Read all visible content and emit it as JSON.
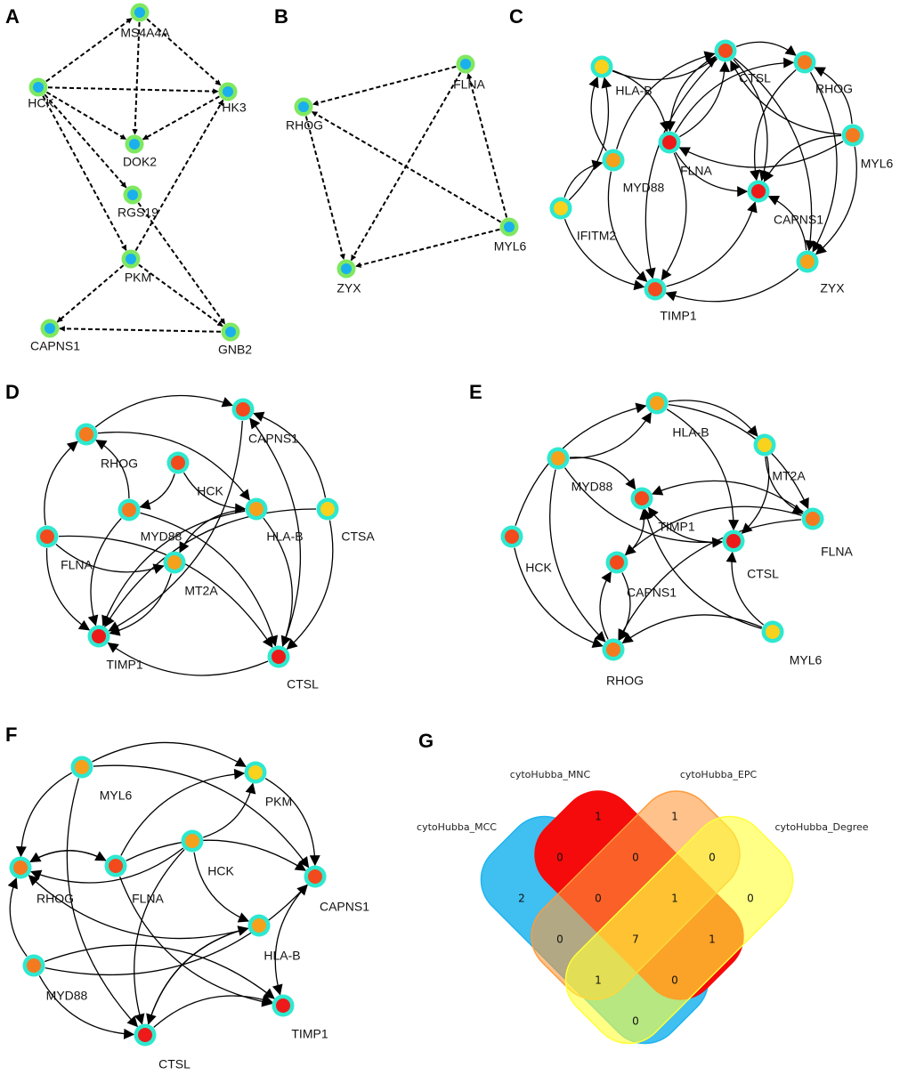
{
  "colors": {
    "node_ring_A_B": "#7ee860",
    "node_core_A_B": "#1ab0ee",
    "node_ring_hub": "#2ee8cf",
    "red": "#ee1a1a",
    "orange_red": "#f24a1c",
    "orange": "#f47a1f",
    "amber": "#f5a11c",
    "yellow": "#f8d21c"
  },
  "panels": [
    {
      "letter": "A",
      "edge_style": "dashed",
      "nodes": [
        {
          "id": "MS4A4A",
          "label": "MS4A4A",
          "color": "core"
        },
        {
          "id": "HCK",
          "label": "HCK",
          "color": "core"
        },
        {
          "id": "HK3",
          "label": "HK3",
          "color": "core"
        },
        {
          "id": "DOK2",
          "label": "DOK2",
          "color": "core"
        },
        {
          "id": "RGS19",
          "label": "RGS19",
          "color": "core"
        },
        {
          "id": "PKM",
          "label": "PKM",
          "color": "core"
        },
        {
          "id": "CAPNS1",
          "label": "CAPNS1",
          "color": "core"
        },
        {
          "id": "GNB2",
          "label": "GNB2",
          "color": "core"
        }
      ],
      "edges": [
        [
          "HCK",
          "MS4A4A"
        ],
        [
          "MS4A4A",
          "HK3"
        ],
        [
          "MS4A4A",
          "DOK2"
        ],
        [
          "HCK",
          "HK3"
        ],
        [
          "HCK",
          "DOK2"
        ],
        [
          "HK3",
          "DOK2"
        ],
        [
          "HCK",
          "RGS19"
        ],
        [
          "HCK",
          "PKM"
        ],
        [
          "PKM",
          "HK3"
        ],
        [
          "RGS19",
          "GNB2"
        ],
        [
          "PKM",
          "GNB2"
        ],
        [
          "PKM",
          "CAPNS1"
        ],
        [
          "GNB2",
          "CAPNS1"
        ]
      ]
    },
    {
      "letter": "B",
      "edge_style": "dashed",
      "nodes": [
        {
          "id": "FLNA",
          "label": "FLNA",
          "color": "core"
        },
        {
          "id": "RHOG",
          "label": "RHOG",
          "color": "core"
        },
        {
          "id": "MYL6",
          "label": "MYL6",
          "color": "core"
        },
        {
          "id": "ZYX",
          "label": "ZYX",
          "color": "core"
        }
      ],
      "edges": [
        [
          "FLNA",
          "RHOG"
        ],
        [
          "RHOG",
          "ZYX"
        ],
        [
          "FLNA",
          "ZYX"
        ],
        [
          "MYL6",
          "FLNA"
        ],
        [
          "MYL6",
          "RHOG"
        ],
        [
          "MYL6",
          "ZYX"
        ]
      ]
    },
    {
      "letter": "C",
      "edge_style": "curved",
      "nodes": [
        {
          "id": "CTSL",
          "label": "CTSL",
          "color": "orange_red"
        },
        {
          "id": "RHOG",
          "label": "RHOG",
          "color": "orange"
        },
        {
          "id": "HLA-B",
          "label": "HLA-B",
          "color": "yellow"
        },
        {
          "id": "FLNA",
          "label": "FLNA",
          "color": "red"
        },
        {
          "id": "MYD88",
          "label": "MYD88",
          "color": "amber"
        },
        {
          "id": "MYL6",
          "label": "MYL6",
          "color": "orange"
        },
        {
          "id": "CAPNS1",
          "label": "CAPNS1",
          "color": "red"
        },
        {
          "id": "IFITM2",
          "label": "IFITM2",
          "color": "yellow"
        },
        {
          "id": "ZYX",
          "label": "ZYX",
          "color": "amber"
        },
        {
          "id": "TIMP1",
          "label": "TIMP1",
          "color": "orange_red"
        }
      ],
      "edges": [
        [
          "CTSL",
          "RHOG"
        ],
        [
          "HLA-B",
          "CTSL"
        ],
        [
          "MYD88",
          "HLA-B"
        ],
        [
          "IFITM2",
          "HLA-B"
        ],
        [
          "IFITM2",
          "MYD88"
        ],
        [
          "IFITM2",
          "TIMP1"
        ],
        [
          "MYD88",
          "CTSL"
        ],
        [
          "MYD88",
          "TIMP1"
        ],
        [
          "HLA-B",
          "FLNA"
        ],
        [
          "FLNA",
          "CTSL"
        ],
        [
          "FLNA",
          "RHOG"
        ],
        [
          "FLNA",
          "CAPNS1"
        ],
        [
          "FLNA",
          "TIMP1"
        ],
        [
          "CTSL",
          "FLNA"
        ],
        [
          "CTSL",
          "CAPNS1"
        ],
        [
          "CTSL",
          "TIMP1"
        ],
        [
          "MYL6",
          "CTSL"
        ],
        [
          "MYL6",
          "RHOG"
        ],
        [
          "MYL6",
          "FLNA"
        ],
        [
          "MYL6",
          "CAPNS1"
        ],
        [
          "MYL6",
          "ZYX"
        ],
        [
          "RHOG",
          "CAPNS1"
        ],
        [
          "CTSL",
          "ZYX"
        ],
        [
          "ZYX",
          "CAPNS1"
        ],
        [
          "ZYX",
          "TIMP1"
        ],
        [
          "TIMP1",
          "CAPNS1"
        ],
        [
          "RHOG",
          "ZYX"
        ]
      ]
    },
    {
      "letter": "D",
      "edge_style": "curved",
      "nodes": [
        {
          "id": "CAPNS1",
          "label": "CAPNS1",
          "color": "orange_red"
        },
        {
          "id": "RHOG",
          "label": "RHOG",
          "color": "orange"
        },
        {
          "id": "HCK",
          "label": "HCK",
          "color": "orange_red"
        },
        {
          "id": "MYD88",
          "label": "MYD88",
          "color": "orange"
        },
        {
          "id": "HLA-B",
          "label": "HLA-B",
          "color": "amber"
        },
        {
          "id": "CTSA",
          "label": "CTSA",
          "color": "yellow"
        },
        {
          "id": "FLNA",
          "label": "FLNA",
          "color": "orange_red"
        },
        {
          "id": "MT2A",
          "label": "MT2A",
          "color": "amber"
        },
        {
          "id": "TIMP1",
          "label": "TIMP1",
          "color": "red"
        },
        {
          "id": "CTSL",
          "label": "CTSL",
          "color": "red"
        }
      ],
      "edges": [
        [
          "RHOG",
          "CAPNS1"
        ],
        [
          "HCK",
          "HLA-B"
        ],
        [
          "HCK",
          "MYD88"
        ],
        [
          "MYD88",
          "RHOG"
        ],
        [
          "FLNA",
          "RHOG"
        ],
        [
          "FLNA",
          "TIMP1"
        ],
        [
          "FLNA",
          "CTSL"
        ],
        [
          "MYD88",
          "TIMP1"
        ],
        [
          "MYD88",
          "CTSL"
        ],
        [
          "HLA-B",
          "TIMP1"
        ],
        [
          "HLA-B",
          "CTSL"
        ],
        [
          "CTSA",
          "CAPNS1"
        ],
        [
          "CTSA",
          "CTSL"
        ],
        [
          "CTSA",
          "TIMP1"
        ],
        [
          "MT2A",
          "TIMP1"
        ],
        [
          "HLA-B",
          "MT2A"
        ],
        [
          "CAPNS1",
          "TIMP1"
        ],
        [
          "CTSL",
          "CAPNS1"
        ],
        [
          "CTSL",
          "TIMP1"
        ],
        [
          "FLNA",
          "MT2A"
        ],
        [
          "RHOG",
          "HLA-B"
        ]
      ]
    },
    {
      "letter": "E",
      "edge_style": "curved",
      "nodes": [
        {
          "id": "HLA-B",
          "label": "HLA-B",
          "color": "amber"
        },
        {
          "id": "MT2A",
          "label": "MT2A",
          "color": "yellow"
        },
        {
          "id": "MYD88",
          "label": "MYD88",
          "color": "amber"
        },
        {
          "id": "TIMP1",
          "label": "TIMP1",
          "color": "orange_red"
        },
        {
          "id": "HCK",
          "label": "HCK",
          "color": "orange_red"
        },
        {
          "id": "FLNA",
          "label": "FLNA",
          "color": "orange"
        },
        {
          "id": "CTSL",
          "label": "CTSL",
          "color": "red"
        },
        {
          "id": "CAPNS1",
          "label": "CAPNS1",
          "color": "orange_red"
        },
        {
          "id": "MYL6",
          "label": "MYL6",
          "color": "yellow"
        },
        {
          "id": "RHOG",
          "label": "RHOG",
          "color": "orange"
        }
      ],
      "edges": [
        [
          "HLA-B",
          "MT2A"
        ],
        [
          "MYD88",
          "HLA-B"
        ],
        [
          "HCK",
          "HLA-B"
        ],
        [
          "HCK",
          "RHOG"
        ],
        [
          "MYD88",
          "TIMP1"
        ],
        [
          "MYD88",
          "CTSL"
        ],
        [
          "HLA-B",
          "CTSL"
        ],
        [
          "MT2A",
          "FLNA"
        ],
        [
          "MT2A",
          "CTSL"
        ],
        [
          "FLNA",
          "TIMP1"
        ],
        [
          "CTSL",
          "TIMP1"
        ],
        [
          "CAPNS1",
          "TIMP1"
        ],
        [
          "CAPNS1",
          "RHOG"
        ],
        [
          "FLNA",
          "CAPNS1"
        ],
        [
          "MYL6",
          "TIMP1"
        ],
        [
          "MYL6",
          "RHOG"
        ],
        [
          "MYL6",
          "CTSL"
        ],
        [
          "FLNA",
          "RHOG"
        ],
        [
          "RHOG",
          "CAPNS1"
        ],
        [
          "MYD88",
          "RHOG"
        ],
        [
          "HLA-B",
          "FLNA"
        ]
      ]
    },
    {
      "letter": "F",
      "edge_style": "curved",
      "nodes": [
        {
          "id": "MYL6",
          "label": "MYL6",
          "color": "amber"
        },
        {
          "id": "PKM",
          "label": "PKM",
          "color": "yellow"
        },
        {
          "id": "HCK",
          "label": "HCK",
          "color": "amber"
        },
        {
          "id": "FLNA",
          "label": "FLNA",
          "color": "orange_red"
        },
        {
          "id": "RHOG",
          "label": "RHOG",
          "color": "orange"
        },
        {
          "id": "CAPNS1",
          "label": "CAPNS1",
          "color": "orange_red"
        },
        {
          "id": "HLA-B",
          "label": "HLA-B",
          "color": "amber"
        },
        {
          "id": "MYD88",
          "label": "MYD88",
          "color": "orange"
        },
        {
          "id": "TIMP1",
          "label": "TIMP1",
          "color": "red"
        },
        {
          "id": "CTSL",
          "label": "CTSL",
          "color": "red"
        }
      ],
      "edges": [
        [
          "MYL6",
          "PKM"
        ],
        [
          "MYL6",
          "RHOG"
        ],
        [
          "MYL6",
          "CAPNS1"
        ],
        [
          "MYL6",
          "CTSL"
        ],
        [
          "PKM",
          "CAPNS1"
        ],
        [
          "HCK",
          "PKM"
        ],
        [
          "HCK",
          "RHOG"
        ],
        [
          "HCK",
          "HLA-B"
        ],
        [
          "FLNA",
          "PKM"
        ],
        [
          "FLNA",
          "RHOG"
        ],
        [
          "FLNA",
          "CAPNS1"
        ],
        [
          "FLNA",
          "TIMP1"
        ],
        [
          "HLA-B",
          "RHOG"
        ],
        [
          "HLA-B",
          "CTSL"
        ],
        [
          "MYD88",
          "RHOG"
        ],
        [
          "MYD88",
          "CAPNS1"
        ],
        [
          "MYD88",
          "TIMP1"
        ],
        [
          "MYD88",
          "CTSL"
        ],
        [
          "CTSL",
          "TIMP1"
        ],
        [
          "CAPNS1",
          "TIMP1"
        ],
        [
          "CTSL",
          "HLA-B"
        ],
        [
          "HCK",
          "CTSL"
        ],
        [
          "RHOG",
          "FLNA"
        ]
      ]
    }
  ],
  "venn": {
    "letter": "G",
    "sets": [
      {
        "name": "cytoHubba_MCC",
        "color": "#1fb4ee"
      },
      {
        "name": "cytoHubba_MNC",
        "color": "#f50b0b"
      },
      {
        "name": "cytoHubba_EPC",
        "color": "#ff9a3c"
      },
      {
        "name": "cytoHubba_Degree",
        "color": "#ffff3a"
      }
    ],
    "regions": [
      {
        "sets": [
          "MNC"
        ],
        "count": "1"
      },
      {
        "sets": [
          "EPC"
        ],
        "count": "1"
      },
      {
        "sets": [
          "MCC"
        ],
        "count": "2"
      },
      {
        "sets": [
          "Degree"
        ],
        "count": "0"
      },
      {
        "sets": [
          "MCC",
          "MNC"
        ],
        "count": "0"
      },
      {
        "sets": [
          "MNC",
          "EPC"
        ],
        "count": "0"
      },
      {
        "sets": [
          "EPC",
          "Degree"
        ],
        "count": "0"
      },
      {
        "sets": [
          "MCC",
          "MNC",
          "EPC"
        ],
        "count": "0"
      },
      {
        "sets": [
          "MNC",
          "EPC",
          "Degree"
        ],
        "count": "1"
      },
      {
        "sets": [
          "MCC",
          "EPC"
        ],
        "count": "0"
      },
      {
        "sets": [
          "MCC",
          "MNC",
          "EPC",
          "Degree"
        ],
        "count": "7"
      },
      {
        "sets": [
          "MNC",
          "Degree"
        ],
        "count": "1"
      },
      {
        "sets": [
          "MCC",
          "EPC",
          "Degree"
        ],
        "count": "1"
      },
      {
        "sets": [
          "MCC",
          "MNC",
          "Degree"
        ],
        "count": "0"
      },
      {
        "sets": [
          "MCC",
          "Degree"
        ],
        "count": "0"
      }
    ]
  }
}
